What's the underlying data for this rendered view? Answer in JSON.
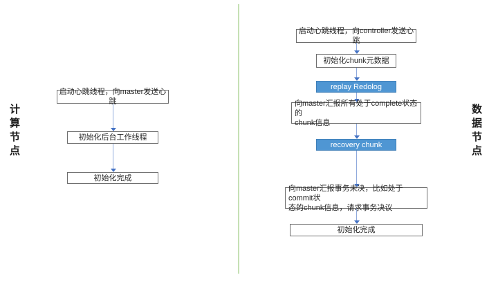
{
  "colors": {
    "background": "#ffffff",
    "divider": "#c5e0b4",
    "plain_box_fill": "#ffffff",
    "plain_box_border": "#6e6e6e",
    "box_text": "#262626",
    "accent_box_fill": "#4f96d3",
    "accent_box_border": "#3f7fb8",
    "accent_box_text": "#ffffff",
    "arrow_line": "#8faadc",
    "arrow_head": "#4472c4",
    "side_label_text": "#1a1a1a"
  },
  "compute_section": {
    "label": "计算节点",
    "steps": [
      {
        "text": "启动心跳线程，向master发送心跳",
        "type": "plain"
      },
      {
        "text": "初始化后台工作线程",
        "type": "plain"
      },
      {
        "text": "初始化完成",
        "type": "plain"
      }
    ]
  },
  "data_section": {
    "label": "数据节点",
    "steps": [
      {
        "text": "启动心跳线程，向controller发送心跳",
        "type": "plain"
      },
      {
        "text": "初始化chunk元数据",
        "type": "plain"
      },
      {
        "text": "replay Redolog",
        "type": "accent"
      },
      {
        "text": "向master汇报所有处于complete状态的\nchunk信息",
        "type": "plain"
      },
      {
        "text": "recovery chunk",
        "type": "accent"
      },
      {
        "text": "向master汇报事务未决，比如处于commit状\n态的chunk信息，请求事务决议",
        "type": "plain"
      },
      {
        "text": "初始化完成",
        "type": "plain"
      }
    ]
  }
}
